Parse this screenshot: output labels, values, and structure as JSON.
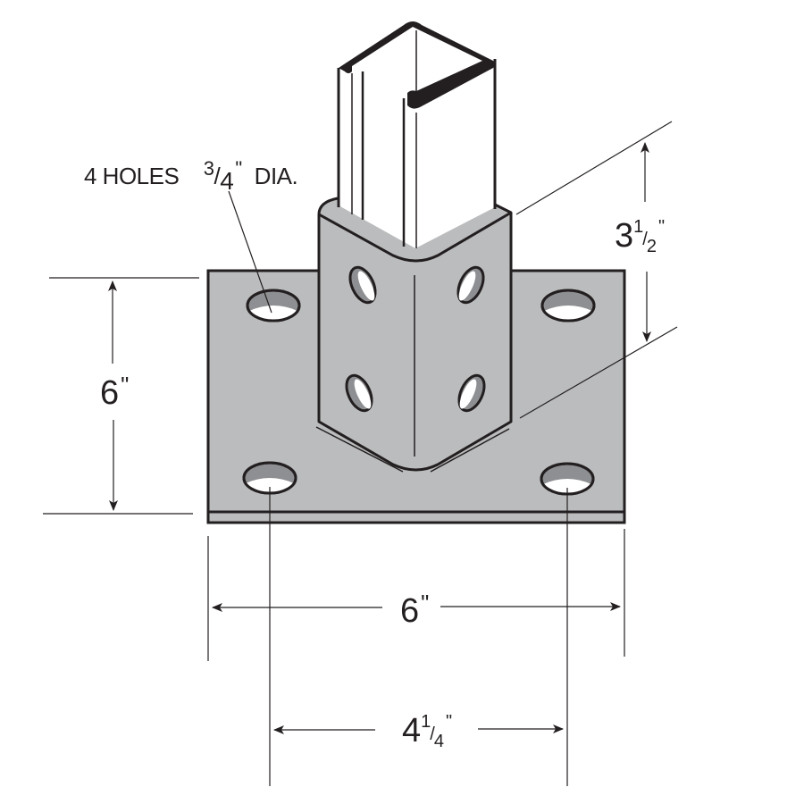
{
  "diagram": {
    "type": "technical-drawing",
    "subject": "channel post base plate",
    "colors": {
      "plate_fill": "#bbbcbe",
      "hole_shadow": "#8e8f92",
      "channel_fill": "#ffffff",
      "line": "#231f20"
    }
  },
  "labels": {
    "holes_note": {
      "prefix": "4 HOLES",
      "frac_num": "3",
      "frac_slash": "/",
      "frac_den": "4",
      "inch": "\"",
      "suffix": "DIA."
    },
    "height_dim": {
      "whole": "3",
      "num": "1",
      "slash": "/",
      "den": "2",
      "inch": "\""
    },
    "plate_depth_dim": {
      "value": "6",
      "inch": "\""
    },
    "plate_width_dim": {
      "value": "6",
      "inch": "\""
    },
    "hole_spacing_dim": {
      "whole": "4",
      "num": "1",
      "slash": "/",
      "den": "4",
      "inch": "\""
    }
  }
}
